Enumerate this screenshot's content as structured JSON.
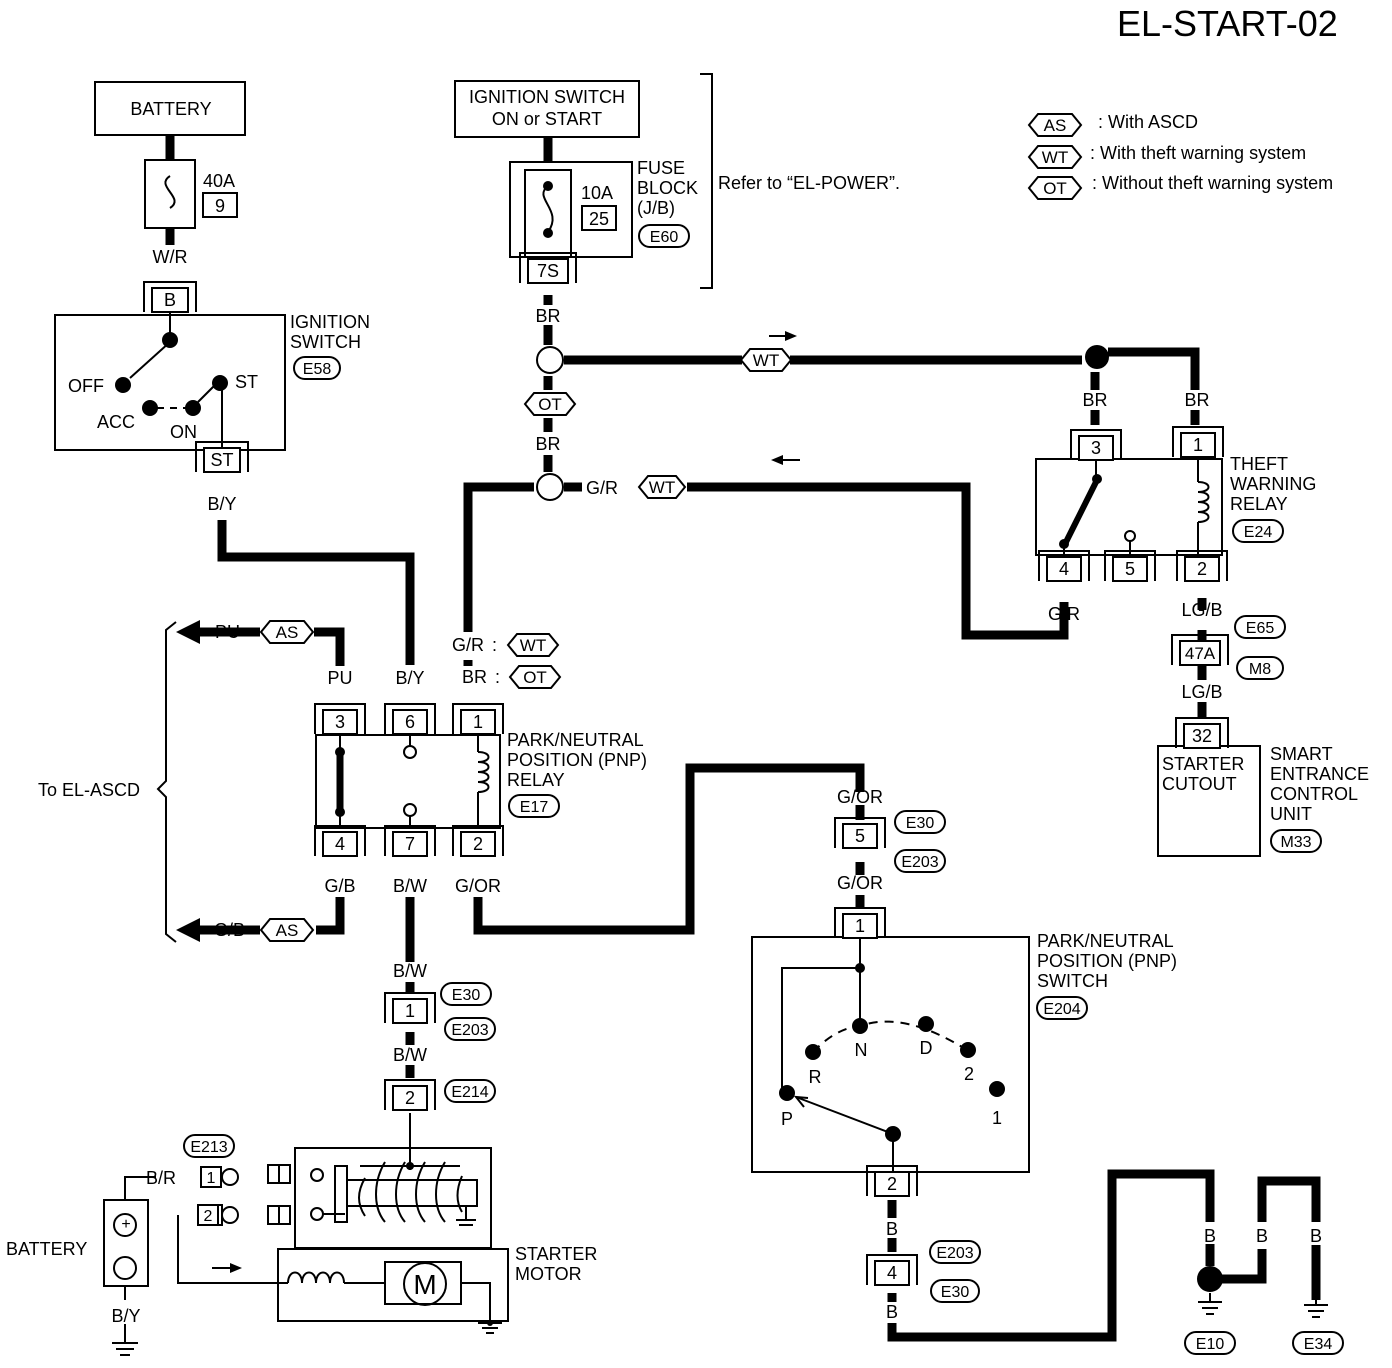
{
  "page_title": "EL-START-02",
  "legend": [
    {
      "code": "AS",
      "text": ": With ASCD"
    },
    {
      "code": "WT",
      "text": ": With theft warning system"
    },
    {
      "code": "OT",
      "text": ": Without theft warning system"
    }
  ],
  "battery_top": "BATTERY",
  "fusible_link": {
    "rating": "40A",
    "number": "9"
  },
  "ignition_power": {
    "line1": "IGNITION SWITCH",
    "line2": "ON or START"
  },
  "fuse": {
    "rating": "10A",
    "number": "25",
    "connector": "7S"
  },
  "fuse_block": {
    "line1": "FUSE",
    "line2": "BLOCK",
    "line3": "(J/B)",
    "code": "E60"
  },
  "refer_note": "Refer to “EL-POWER”.",
  "ignition_switch": {
    "line1": "IGNITION",
    "line2": "SWITCH",
    "code": "E58",
    "term_b": "B",
    "term_st": "ST",
    "pos_off": "OFF",
    "pos_acc": "ACC",
    "pos_on": "ON",
    "pos_st": "ST"
  },
  "wires": {
    "w_r": "W/R",
    "b_y": "B/Y",
    "br": "BR",
    "g_r": "G/R",
    "pu": "PU",
    "g_b": "G/B",
    "b_w": "B/W",
    "g_or": "G/OR",
    "lg_b": "LG/B",
    "b_r": "B/R",
    "b": "B"
  },
  "codes": {
    "as": "AS",
    "wt": "WT",
    "ot": "OT",
    "e30": "E30",
    "e203": "E203",
    "e214": "E214",
    "e213": "E213",
    "e65": "E65",
    "m8": "M8",
    "e10": "E10",
    "e34": "E34"
  },
  "to_el_ascd": "To EL-ASCD",
  "pnp_relay": {
    "line1": "PARK/NEUTRAL",
    "line2": "POSITION (PNP)",
    "line3": "RELAY",
    "code": "E17",
    "t3": "3",
    "t6": "6",
    "t1": "1",
    "t4": "4",
    "t7": "7",
    "t2": "2"
  },
  "theft_relay": {
    "line1": "THEFT",
    "line2": "WARNING",
    "line3": "RELAY",
    "code": "E24",
    "t3": "3",
    "t1": "1",
    "t4": "4",
    "t5": "5",
    "t2": "2"
  },
  "conn_47a": "47A",
  "smart_unit": {
    "t32": "32",
    "box1": "STARTER",
    "box2": "CUTOUT",
    "line1": "SMART",
    "line2": "ENTRANCE",
    "line3": "CONTROL",
    "line4": "UNIT",
    "code": "M33"
  },
  "pnp_switch": {
    "line1": "PARK/NEUTRAL",
    "line2": "POSITION (PNP)",
    "line3": "SWITCH",
    "code": "E204",
    "t1": "1",
    "t2": "2",
    "pos_p": "P",
    "pos_r": "R",
    "pos_n": "N",
    "pos_d": "D",
    "pos_2": "2",
    "pos_1": "1"
  },
  "conn": {
    "c5": "5",
    "c1": "1",
    "c2": "2",
    "c4": "4"
  },
  "starter": {
    "line1": "STARTER",
    "line2": "MOTOR",
    "motor": "M",
    "t1": "1",
    "t2": "2"
  },
  "battery_bottom": {
    "label": "BATTERY",
    "plus": "+"
  }
}
